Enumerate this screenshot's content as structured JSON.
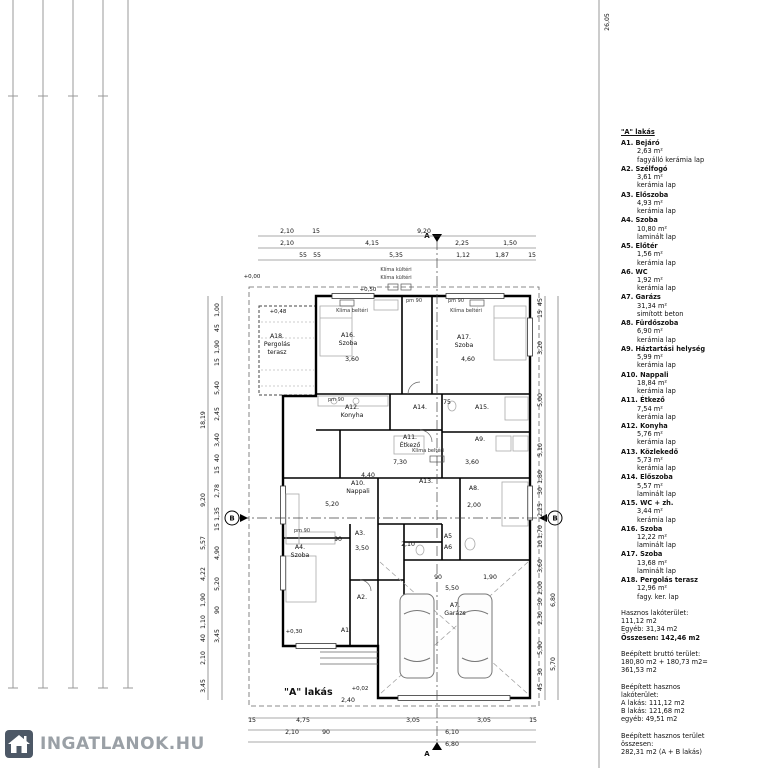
{
  "watermark": {
    "brand": "INGATLANOK.HU"
  },
  "plan": {
    "caption": "\"A\" lakás",
    "levels": [
      "+0,00",
      "+0,50",
      "+0,48",
      "+0,30",
      "+0,02"
    ],
    "markers": {
      "a": "A",
      "b": "B"
    },
    "ann": {
      "klima_out": "Klíma kültéri",
      "klima_in": "Klíma beltéri",
      "door": "pm 90"
    },
    "rooms": {
      "a18": {
        "id": "A18.",
        "n1": "Pergolás",
        "n2": "terasz"
      },
      "a16": {
        "id": "A16.",
        "n1": "Szoba",
        "d": "3,60"
      },
      "a17": {
        "id": "A17.",
        "n1": "Szoba",
        "d": "4,60"
      },
      "a12": {
        "id": "A12.",
        "n1": "Konyha"
      },
      "a14": {
        "id": "A14.",
        "d": "75"
      },
      "a15": {
        "id": "A15."
      },
      "a11": {
        "id": "A11.",
        "n1": "Étkező",
        "d": "7,30"
      },
      "a9": {
        "id": "A9.",
        "d": "3,60"
      },
      "a10": {
        "id": "A10.",
        "n1": "Nappali",
        "d": "5,20",
        "d2": "4,40"
      },
      "a13": {
        "id": "A13."
      },
      "a8": {
        "id": "A8.",
        "d": "2,00"
      },
      "a4": {
        "id": "A4.",
        "n1": "Szoba",
        "d": "3,50",
        "d2": "90"
      },
      "a3": {
        "id": "A3.",
        "d": "2,10"
      },
      "a5": {
        "id": "A5"
      },
      "a6": {
        "id": "A6"
      },
      "a2": {
        "id": "A2."
      },
      "a1": {
        "id": "A1."
      },
      "a7": {
        "id": "A7.",
        "n1": "Garázs",
        "d": "5,50",
        "d2": "90",
        "d3": "1,90"
      }
    },
    "dims": {
      "top1": [
        "2,10",
        "15",
        "9,20"
      ],
      "top2": [
        "2,10",
        "4,15",
        "2,25",
        "1,50"
      ],
      "top3": [
        "55",
        "55",
        "5,35",
        "1,12",
        "1,87",
        "15"
      ],
      "bottom1": [
        "15",
        "4,75",
        "3,05",
        "3,05",
        "15"
      ],
      "bottom2": [
        "2,10",
        "90",
        "6,10"
      ],
      "bottom3": [
        "2,40",
        "6,80"
      ],
      "left1": [
        "18,19",
        "9,20",
        "5,57",
        "4,22",
        "1,90",
        "1,10",
        "40",
        "2,10",
        "3,45"
      ],
      "left2": [
        "1,00",
        "45",
        "1,90",
        "15",
        "5,40",
        "2,45",
        "3,40",
        "40",
        "15",
        "2,78",
        "1,35",
        "15",
        "4,90",
        "5,20",
        "90",
        "3,45"
      ],
      "right1": [
        "45",
        "15",
        "3,20",
        "5,00",
        "5,10",
        "1,80",
        "30",
        "2,25",
        "1,70",
        "10",
        "3,60",
        "2,00",
        "30",
        "2,30",
        "5,90",
        "30",
        "45"
      ],
      "right2": [
        "6,80",
        "5,70"
      ],
      "site": "26,05"
    }
  },
  "legend": {
    "title": "\"A\" lakás",
    "rooms": [
      {
        "id": "A1.",
        "name": "Bejáró",
        "area": "2,63 m²",
        "floor": "fagyálló kerámia lap"
      },
      {
        "id": "A2.",
        "name": "Szélfogó",
        "area": "3,61 m²",
        "floor": "kerámia lap"
      },
      {
        "id": "A3.",
        "name": "Előszoba",
        "area": "4,93 m²",
        "floor": "kerámia lap"
      },
      {
        "id": "A4.",
        "name": "Szoba",
        "area": "10,80 m²",
        "floor": "laminált lap"
      },
      {
        "id": "A5.",
        "name": "Előtér",
        "area": "1,56 m²",
        "floor": "kerámia lap"
      },
      {
        "id": "A6.",
        "name": "WC",
        "area": "1,92 m²",
        "floor": "kerámia lap"
      },
      {
        "id": "A7.",
        "name": "Garázs",
        "area": "31,34 m²",
        "floor": "simított beton"
      },
      {
        "id": "A8.",
        "name": "Fürdőszoba",
        "area": "6,90 m²",
        "floor": "kerámia lap"
      },
      {
        "id": "A9.",
        "name": "Háztartási helység",
        "area": "5,99 m²",
        "floor": "kerámia lap"
      },
      {
        "id": "A10.",
        "name": "Nappali",
        "area": "18,84 m²",
        "floor": "kerámia lap"
      },
      {
        "id": "A11.",
        "name": "Étkező",
        "area": "7,54 m²",
        "floor": "kerámia lap"
      },
      {
        "id": "A12.",
        "name": "Konyha",
        "area": "5,76 m²",
        "floor": "kerámia lap"
      },
      {
        "id": "A13.",
        "name": "Közlekedő",
        "area": "5,73 m²",
        "floor": "kerámia lap"
      },
      {
        "id": "A14.",
        "name": "Előszoba",
        "area": "5,57 m²",
        "floor": "laminált lap"
      },
      {
        "id": "A15.",
        "name": "WC + zh.",
        "area": "3,44 m²",
        "floor": "kerámia lap"
      },
      {
        "id": "A16.",
        "name": "Szoba",
        "area": "12,22 m²",
        "floor": "laminált lap"
      },
      {
        "id": "A17.",
        "name": "Szoba",
        "area": "13,68 m²",
        "floor": "laminált lap"
      },
      {
        "id": "A18.",
        "name": "Pergolás terasz",
        "area": "12,96 m²",
        "floor": "fagy. ker. lap"
      }
    ],
    "totals": {
      "useful_label": "Hasznos lakóterület:",
      "useful_value": "111,12 m2",
      "other_label": "Egyéb:",
      "other_value": "31,34 m2",
      "sum_label": "Összesen:",
      "sum_value": "142,46 m2"
    },
    "gross": [
      "Beépített bruttó terület:",
      "180,80 m2 + 180,73 m2=",
      "361,53 m2"
    ],
    "useful_built": [
      "Beépített hasznos",
      "lakóterület:",
      "A lakás: 111,12 m2",
      "B lakás: 121,68 m2",
      "egyéb: 49,51 m2"
    ],
    "total_built": [
      "Beépített hasznos terület",
      "összesen:",
      "282,31 m2 (A + B lakás)"
    ]
  }
}
